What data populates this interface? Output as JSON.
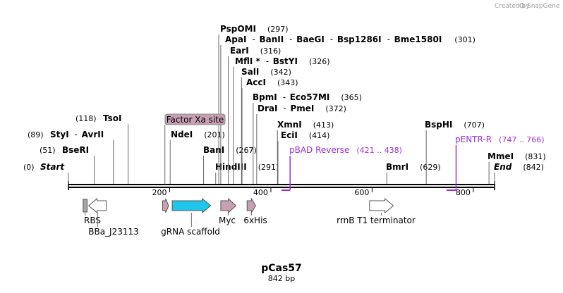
{
  "watermark": {
    "prefix": "Created by",
    "brand": "SnapGene"
  },
  "map": {
    "name": "pCas57",
    "length_label": "842 bp",
    "length_bp": 842,
    "ticks": [
      {
        "label": "200",
        "bp": 200
      },
      {
        "label": "400",
        "bp": 400
      },
      {
        "label": "600",
        "bp": 600
      },
      {
        "label": "800",
        "bp": 800
      }
    ],
    "sites": [
      {
        "name": "Start",
        "pos": "(0)",
        "bp": 0,
        "italic": true
      },
      {
        "name": "BseRI",
        "pos": "(51)",
        "bp": 51
      },
      {
        "name": "StyI",
        "extra": "AvrII",
        "pos": "(89)",
        "bp": 89
      },
      {
        "name": "TsoI",
        "pos": "(118)",
        "bp": 118
      },
      {
        "name": "NdeI",
        "pos": "(201)",
        "bp": 201
      },
      {
        "name": "BanI",
        "pos": "(267)",
        "bp": 267
      },
      {
        "name": "HindIII",
        "pos": "(291)",
        "bp": 291
      },
      {
        "name": "PspOMI",
        "pos": "(297)",
        "bp": 297
      },
      {
        "name": "ApaI",
        "extras": [
          "BanII",
          "BaeGI",
          "Bsp1286I",
          "Bme1580I"
        ],
        "pos": "(301)",
        "bp": 301
      },
      {
        "name": "EarI",
        "pos": "(316)",
        "bp": 316
      },
      {
        "name": "MflI *",
        "extra": "BstYI",
        "pos": "(326)",
        "bp": 326
      },
      {
        "name": "SalI",
        "pos": "(342)",
        "bp": 342
      },
      {
        "name": "AccI",
        "pos": "(343)",
        "bp": 343
      },
      {
        "name": "BpmI",
        "extra": "Eco57MI",
        "pos": "(365)",
        "bp": 365
      },
      {
        "name": "DraI",
        "extra": "PmeI",
        "pos": "(372)",
        "bp": 372
      },
      {
        "name": "XmnI",
        "pos": "(413)",
        "bp": 413
      },
      {
        "name": "EciI",
        "pos": "(414)",
        "bp": 414
      },
      {
        "name": "BmrI",
        "pos": "(629)",
        "bp": 629
      },
      {
        "name": "BspHI",
        "pos": "(707)",
        "bp": 707
      },
      {
        "name": "MmeI",
        "pos": "(831)",
        "bp": 831
      },
      {
        "name": "End",
        "pos": "(842)",
        "bp": 842,
        "italic": true
      }
    ],
    "primers": [
      {
        "name": "pBAD Reverse",
        "range": "(421 .. 438)",
        "start": 421,
        "end": 438,
        "direction": "reverse",
        "color": "#9b30d9"
      },
      {
        "name": "pENTR-R",
        "range": "(747 .. 766)",
        "start": 747,
        "end": 766,
        "direction": "reverse",
        "color": "#9b30d9"
      }
    ],
    "features": [
      {
        "name": "RBS",
        "start": 29,
        "end": 37,
        "type": "box",
        "color": "#a6a6a6"
      },
      {
        "name": "BBa_J23113",
        "start": 40,
        "end": 75,
        "type": "arrow-left",
        "color": "#ffffff"
      },
      {
        "name": "Factor Xa site",
        "start": 186,
        "end": 198,
        "type": "arrow-right",
        "color": "#c8a0b4",
        "boxed_label": true
      },
      {
        "name": "gRNA scaffold",
        "start": 205,
        "end": 281,
        "type": "arrow-right",
        "color": "#1ec6ec"
      },
      {
        "name": "Myc",
        "start": 301,
        "end": 331,
        "type": "arrow-right",
        "color": "#c8a0b4"
      },
      {
        "name": "6xHis",
        "start": 353,
        "end": 370,
        "type": "arrow-right",
        "color": "#c8a0b4"
      },
      {
        "name": "rrnB T1 terminator",
        "start": 595,
        "end": 642,
        "type": "arrow-right",
        "color": "#ffffff"
      }
    ]
  }
}
